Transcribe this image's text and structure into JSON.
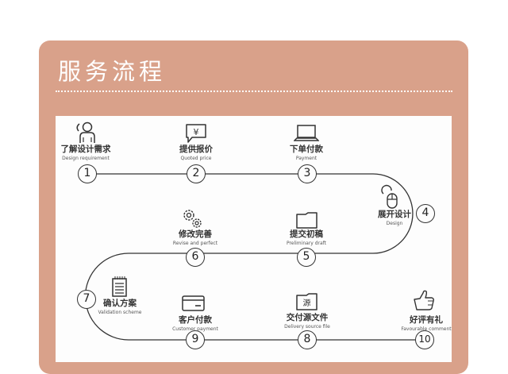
{
  "section": {
    "title": "服务流程",
    "colors": {
      "card": "#d9a18a",
      "panel": "#fdfdfd",
      "line": "#333333",
      "title_text": "#ffffff"
    }
  },
  "steps": [
    {
      "number": "1",
      "cn": "了解设计需求",
      "en": "Design requirement",
      "icon": "customer-service-icon"
    },
    {
      "number": "2",
      "cn": "提供报价",
      "en": "Quoted price",
      "icon": "yuan-speech-bubble-icon"
    },
    {
      "number": "3",
      "cn": "下单付款",
      "en": "Payment",
      "icon": "laptop-icon"
    },
    {
      "number": "4",
      "cn": "展开设计",
      "en": "Design",
      "icon": "mouse-icon"
    },
    {
      "number": "5",
      "cn": "提交初稿",
      "en": "Preliminary draft",
      "icon": "folder-icon"
    },
    {
      "number": "6",
      "cn": "修改完善",
      "en": "Revise and perfect",
      "icon": "gears-icon"
    },
    {
      "number": "7",
      "cn": "确认方案",
      "en": "Validation scheme",
      "icon": "notepad-icon"
    },
    {
      "number": "8",
      "cn": "交付源文件",
      "en": "Delivery source file",
      "icon": "source-folder-icon",
      "icon_text": "源"
    },
    {
      "number": "9",
      "cn": "客户付款",
      "en": "Customer payment",
      "icon": "credit-card-icon"
    },
    {
      "number": "10",
      "cn": "好评有礼",
      "en": "Favourable comment",
      "icon": "thumbs-up-icon"
    }
  ]
}
